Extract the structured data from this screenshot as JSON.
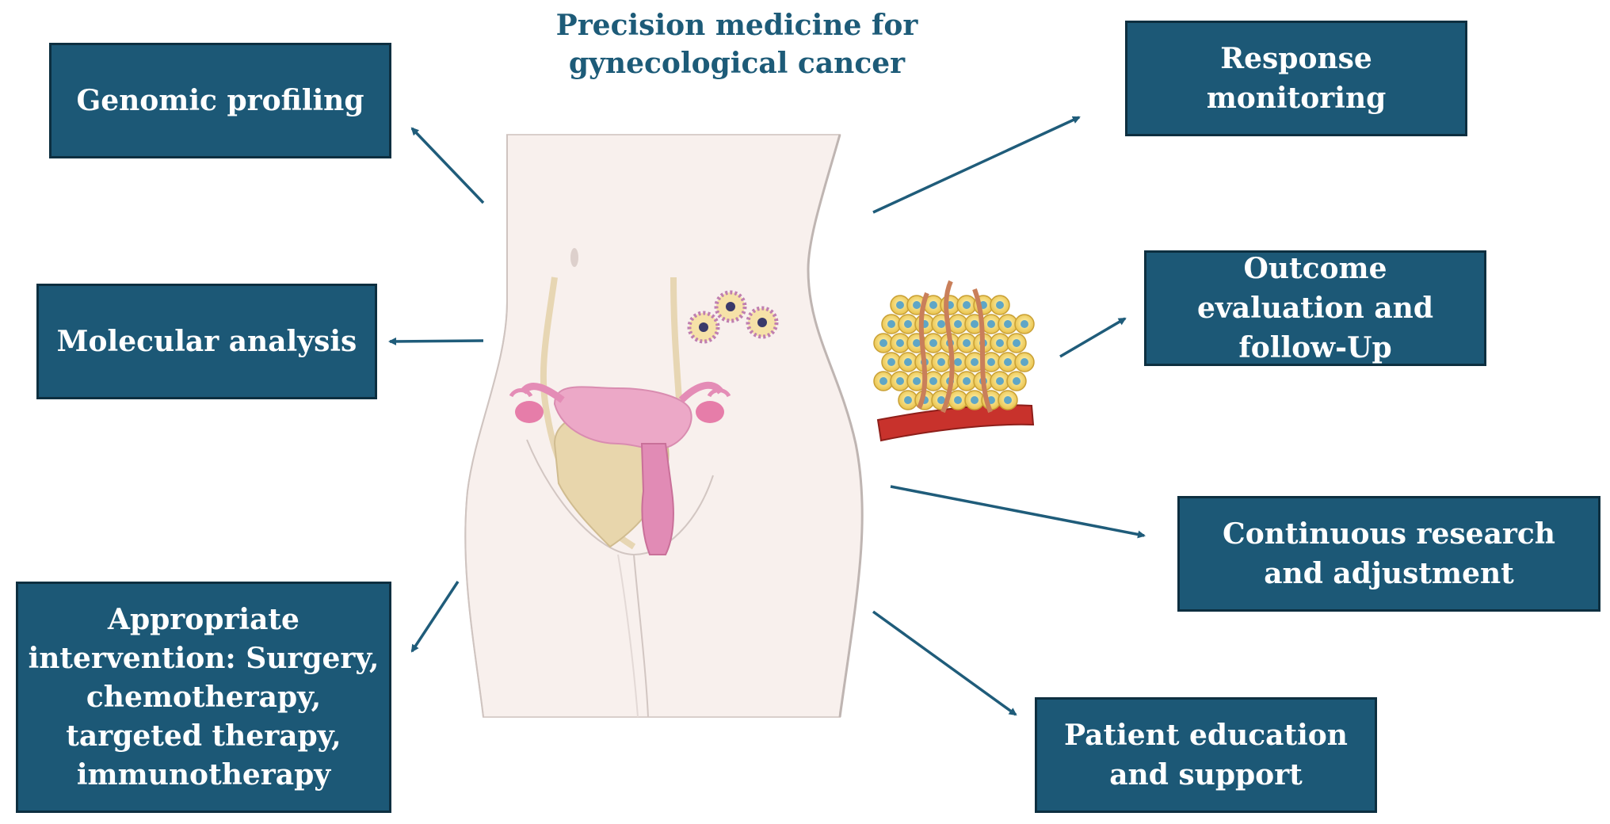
{
  "title": "Precision medicine for gynecological cancer",
  "boxes": {
    "genomic": "Genomic profiling",
    "molecular": "Molecular analysis",
    "appropriate": "Appropriate intervention: Surgery, chemotherapy, targeted therapy, immunotherapy",
    "response": "Response monitoring",
    "outcome": "Outcome evaluation and follow-Up",
    "continuous": "Continuous research and adjustment",
    "patient": "Patient education and support"
  },
  "colors": {
    "box_fill": "#1c5876",
    "box_border": "#0d2f40",
    "title": "#1d5b78",
    "arrow": "#1f5c7a",
    "skin": "#f7efec",
    "uterus": "#eba0c3"
  }
}
